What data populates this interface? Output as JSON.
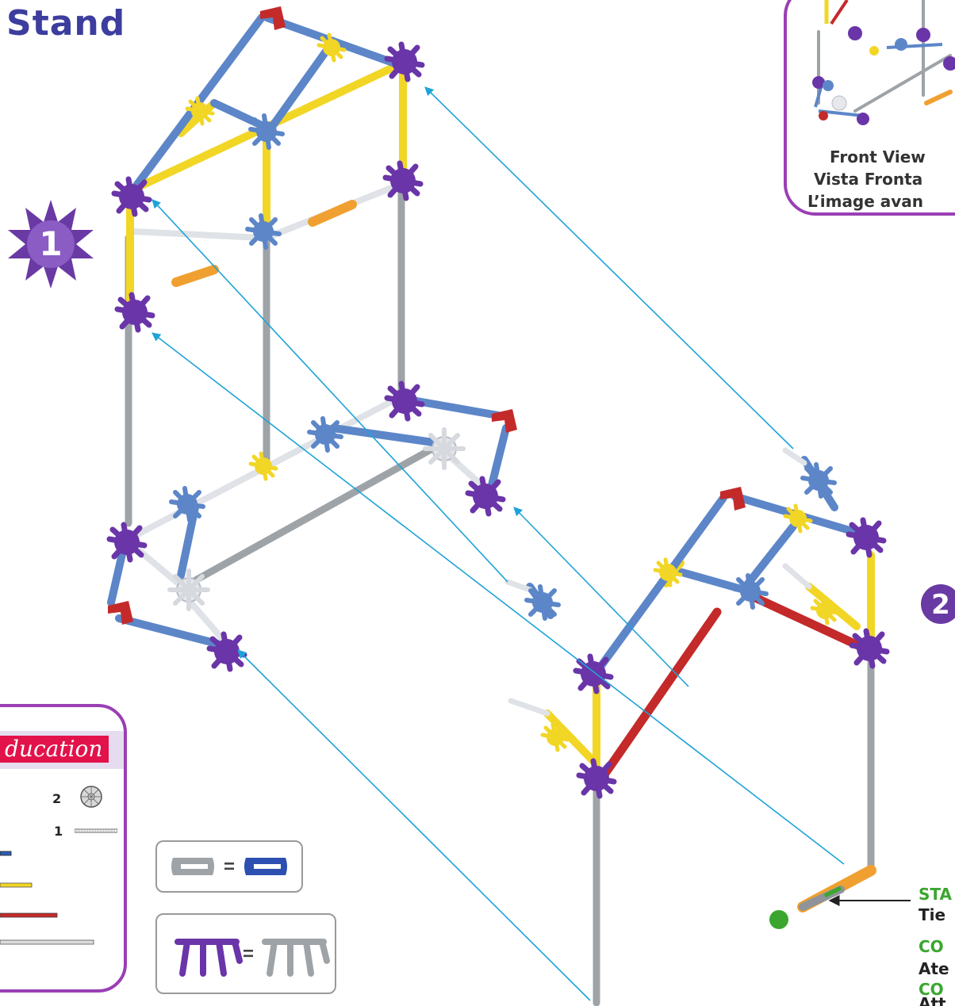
{
  "title": "Stand",
  "steps": {
    "step1": "1",
    "step2": "2"
  },
  "front_view": {
    "label_en": "Front View",
    "label_es": "Vista Fronta",
    "label_fr": "L’image avan"
  },
  "parts_box": {
    "header": "ducation",
    "counts": {
      "wheel": "2",
      "rod": "1"
    }
  },
  "start_instructions": {
    "en_head": "STA",
    "en_text": "Tie",
    "es_head": "CO",
    "es_text": "Ate",
    "fr_head": "CO",
    "fr_text": "Att"
  },
  "equals": "=",
  "colors": {
    "purple": "#6a35a8",
    "blue": "#5c86c8",
    "yellow": "#f2d626",
    "red": "#c42a2a",
    "orange": "#f0a030",
    "grey": "#9ea3a8",
    "white": "#e6e8ec",
    "cyan_line": "#1ea3d8",
    "green": "#3aa62e",
    "frame_purple": "#9a3fb4"
  },
  "icons": [
    "star-badge-icon",
    "wheel-icon",
    "rod-icon",
    "clip-icon",
    "connector-icon",
    "arrow-icon"
  ]
}
